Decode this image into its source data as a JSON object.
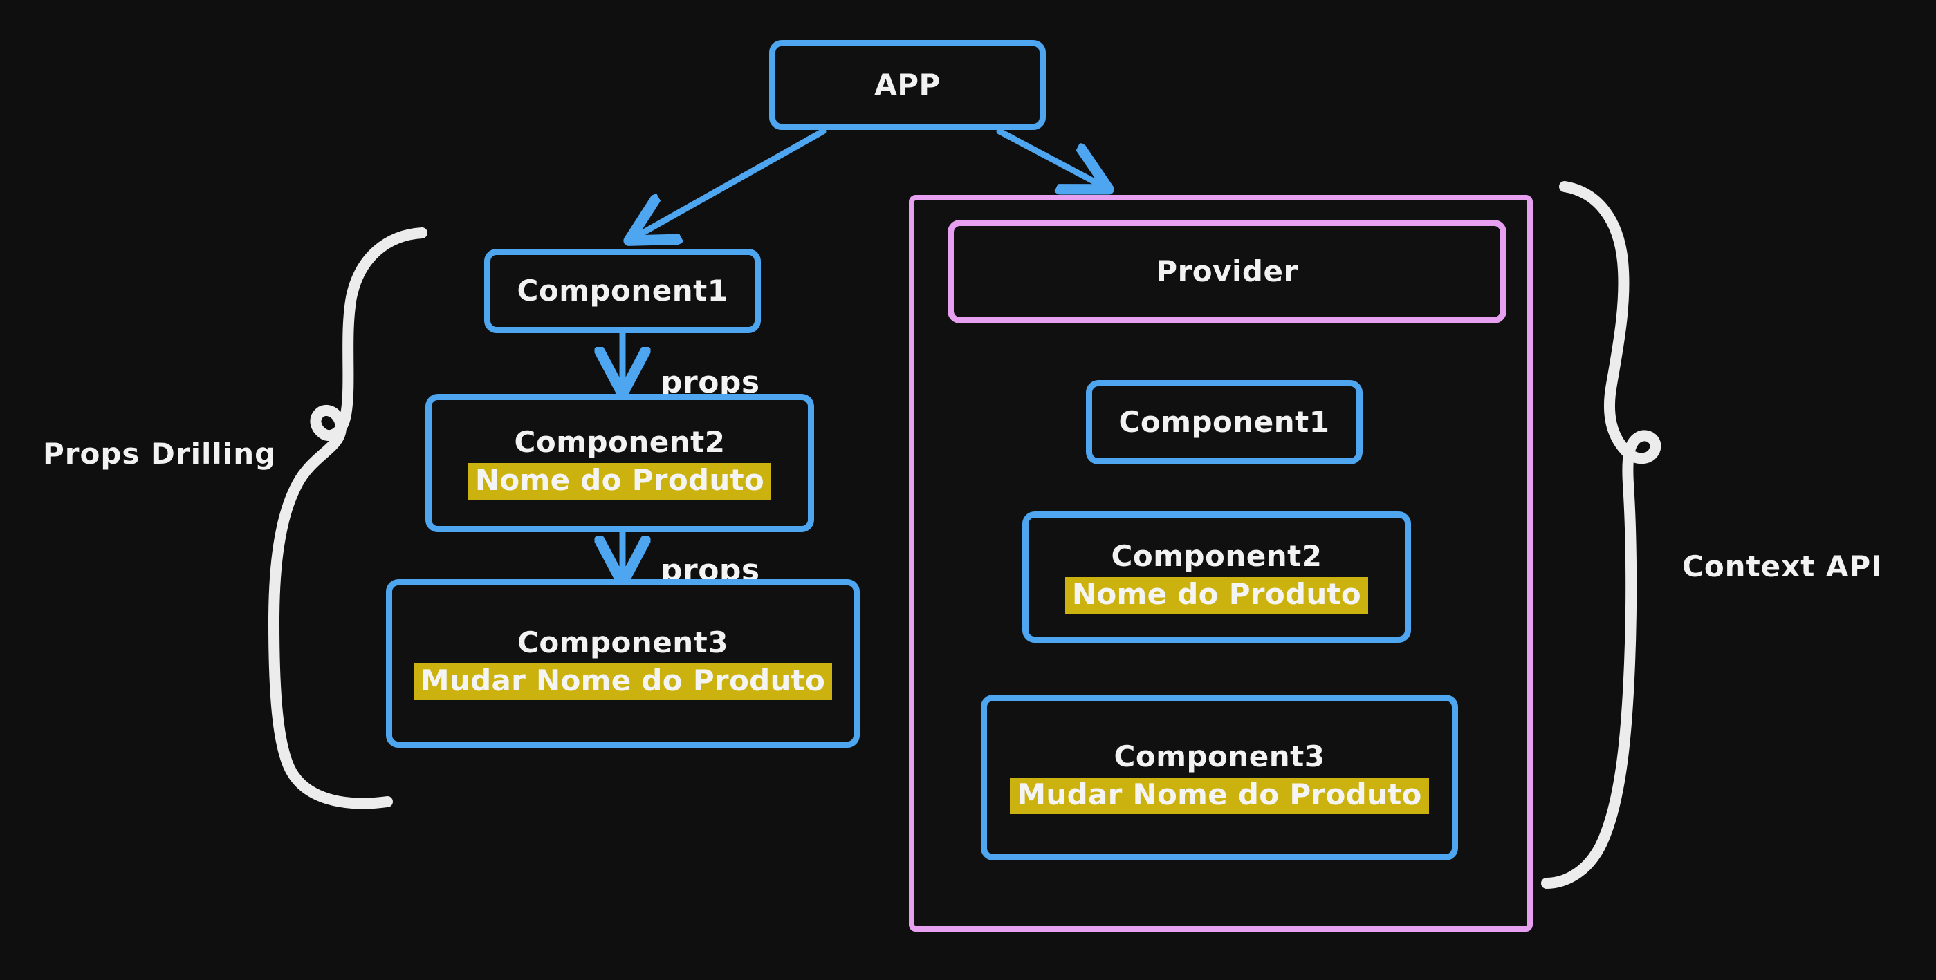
{
  "diagram": {
    "title": "Props Drilling vs Context API",
    "background_color": "#0f0f0f",
    "colors": {
      "blue": "#4ea5f0",
      "pink": "#e79ff0",
      "highlight_yellow": "#ccb20e",
      "text_white": "#f2f2f2"
    }
  },
  "root": {
    "label": "APP"
  },
  "props_drilling": {
    "brace_label": "Props Drilling",
    "nodes": [
      {
        "label": "Component1",
        "highlight": null
      },
      {
        "label": "Component2",
        "highlight": "Nome do Produto"
      },
      {
        "label": "Component3",
        "highlight": "Mudar Nome do Produto"
      }
    ],
    "edge_labels": [
      "props",
      "props"
    ]
  },
  "context_api": {
    "brace_label": "Context API",
    "provider": {
      "label": "Provider"
    },
    "nodes": [
      {
        "label": "Component1",
        "highlight": null
      },
      {
        "label": "Component2",
        "highlight": "Nome do Produto"
      },
      {
        "label": "Component3",
        "highlight": "Mudar Nome do Produto"
      }
    ]
  }
}
